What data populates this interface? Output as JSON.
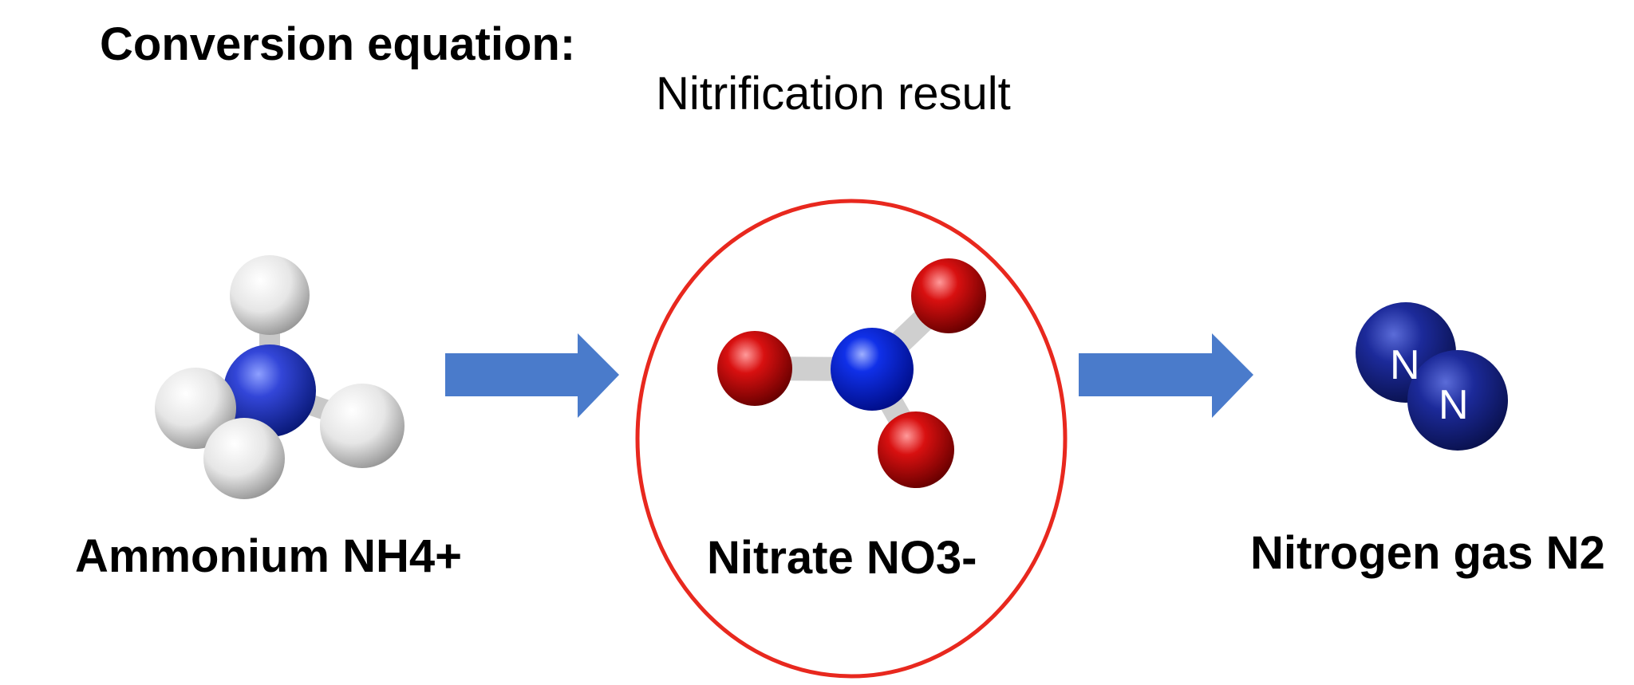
{
  "heading": "Conversion equation:",
  "subtitle": "Nitrification result",
  "molecules": {
    "ammonium": {
      "label": "Ammonium NH4+"
    },
    "nitrate": {
      "label": "Nitrate NO3-",
      "highlighted": true
    },
    "nitrogen": {
      "label": "Nitrogen gas N2",
      "atom_labels": [
        "N",
        "N"
      ]
    }
  },
  "colors": {
    "nitrogen_atom": "#1a2fd6",
    "hydrogen_atom": "#eeeeee",
    "oxygen_atom": "#d41010",
    "n2_atom": "#1c2a9a",
    "arrow": "#4a7bcb",
    "highlight_ring": "#e8281e"
  },
  "icons": [
    "ammonium-molecule-icon",
    "nitrate-molecule-icon",
    "nitrogen-gas-molecule-icon",
    "arrow-right-icon"
  ]
}
